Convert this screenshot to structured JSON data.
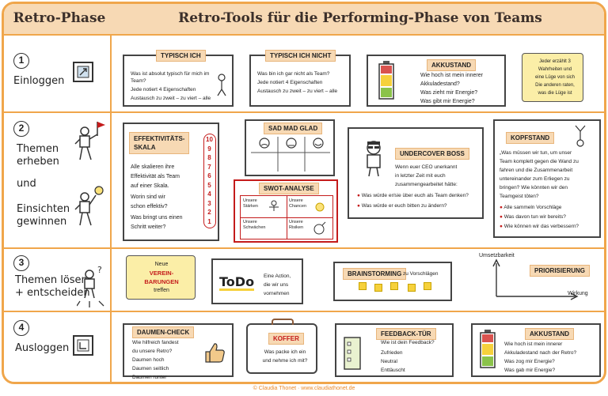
{
  "header": {
    "left": "Retro-Phase",
    "right": "Retro-Tools für die Performing-Phase von Teams"
  },
  "phases": [
    {
      "num": "1",
      "label": "Einloggen"
    },
    {
      "num": "2",
      "label_1": "Themen",
      "label_2": "erheben",
      "label_3": "und",
      "label_4": "Einsichten",
      "label_5": "gewinnen"
    },
    {
      "num": "3",
      "label_1": "Themen lösen",
      "label_2": "+ entscheiden"
    },
    {
      "num": "4",
      "label": "Ausloggen"
    }
  ],
  "row1": {
    "typisch_ich": {
      "title": "TYPISCH ICH",
      "l1": "Was ist absolut typisch für mich im Team?",
      "l2": "Jede notiert 4 Eigenschaften",
      "l3": "Austausch zu zweit – zu viert – alle"
    },
    "typisch_nicht": {
      "title": "TYPISCH ICH NICHT",
      "l1": "Was bin ich gar nicht  als Team?",
      "l2": "Jede notiert 4 Eigenschaften",
      "l3": "Austausch zu zweit – zu viert – alle"
    },
    "akkustand": {
      "title": "AKKUSTAND",
      "l1": "Wie hoch ist mein innerer",
      "l2": "Akkuladestand?",
      "l3": "Was zieht mir Energie?",
      "l4": "Was gibt mir Energie?"
    },
    "scroll": {
      "l1": "Jeder erzählt 3",
      "l2": "Wahrheiten und",
      "l3": "eine Lüge von sich",
      "l4": "Die anderen raten,",
      "l5": "was die Lüge ist"
    }
  },
  "row2": {
    "effektivitaet": {
      "title_1": "EFFEKTIVITÄTS-",
      "title_2": "SKALA",
      "l1": "Alle skalieren ihre",
      "l2": "Effektivität als Team",
      "l3": "auf einer Skala.",
      "l4": "Worin sind wir",
      "l5": "schon effektiv?",
      "l6": "Was bringt uns einen",
      "l7": "Schritt weiter?",
      "scale": [
        "10",
        "9",
        "8",
        "7",
        "6",
        "5",
        "4",
        "3",
        "2",
        "1"
      ]
    },
    "sadmadglad": {
      "title": "SAD MAD GLAD"
    },
    "swot": {
      "title": "SWOT-ANALYSE",
      "s": "Unsere Stärken",
      "c": "Unsere Chancen",
      "w": "Unsere Schwächen",
      "r": "Unsere Risiken"
    },
    "undercover": {
      "title": "UNDERCOVER BOSS",
      "l1": "Wenn euer CEO unerkannt",
      "l2": "in letzter Zeit mit euch",
      "l3": "zusammengearbeitet hätte:",
      "q1": "Was würde er/sie über euch als Team denken?",
      "q2": "Was würde er euch bitten zu ändern?"
    },
    "kopfstand": {
      "title": "KOPFSTAND",
      "l1": "„Was müssen wir tun, um unser",
      "l2": "Team komplett gegen die Wand zu",
      "l3": "fahren und die Zusammenarbeit",
      "l4": "untereinander zum Erliegen zu",
      "l5": "bringen? Wie könnten wir den",
      "l6": "Teamgeist töten?",
      "q1": "Alle sammeln Vorschläge",
      "q2": "Was davon tun wir bereits?",
      "q3": "Wie können wir das verbessern?"
    }
  },
  "row3": {
    "vereinbarungen": {
      "l1": "Neue",
      "l2": "VEREIN-",
      "l3": "BARUNGEN",
      "l4": "treffen"
    },
    "todo": {
      "logo": "ToDo",
      "l1": "Eine Action,",
      "l2": "die wir uns",
      "l3": "vornehmen"
    },
    "brainstorming": {
      "title": "BRAINSTORMING",
      "suffix": "zu Vorschlägen"
    },
    "priorisierung": {
      "y": "Umsetzbarkeit",
      "x": "Wirkung",
      "tag": "PRIORISIERUNG"
    }
  },
  "row4": {
    "daumen": {
      "title": "DAUMEN-CHECK",
      "l1": "Wie hilfreich fandest",
      "l2": "du unsere Retro?",
      "l3": "Daumen hoch",
      "l4": "Daumen seitlich",
      "l5": "Daumen runter"
    },
    "koffer": {
      "title": "KOFFER",
      "l1": "Was packe ich ein",
      "l2": "und nehme ich mit?"
    },
    "feedback": {
      "title": "FEEDBACK-TÜR",
      "l1": "Wie ist dein Feedback?",
      "l2": "Zufrieden",
      "l3": "Neutral",
      "l4": "Enttäuscht"
    },
    "akkustand2": {
      "title": "AKKUSTAND",
      "l1": "Wie hoch ist mein innerer",
      "l2": "Akkuladestand nach der Retro?",
      "l3": "Was zog mir Energie?",
      "l4": "Was gab mir Energie?"
    }
  },
  "footer": "© Claudia Thonet  ·  www.claudiathonet.de",
  "colors": {
    "accent": "#f0a64b",
    "tag_bg": "#f7d9b4",
    "red": "#c41b1b",
    "scroll": "#fbeea7"
  }
}
